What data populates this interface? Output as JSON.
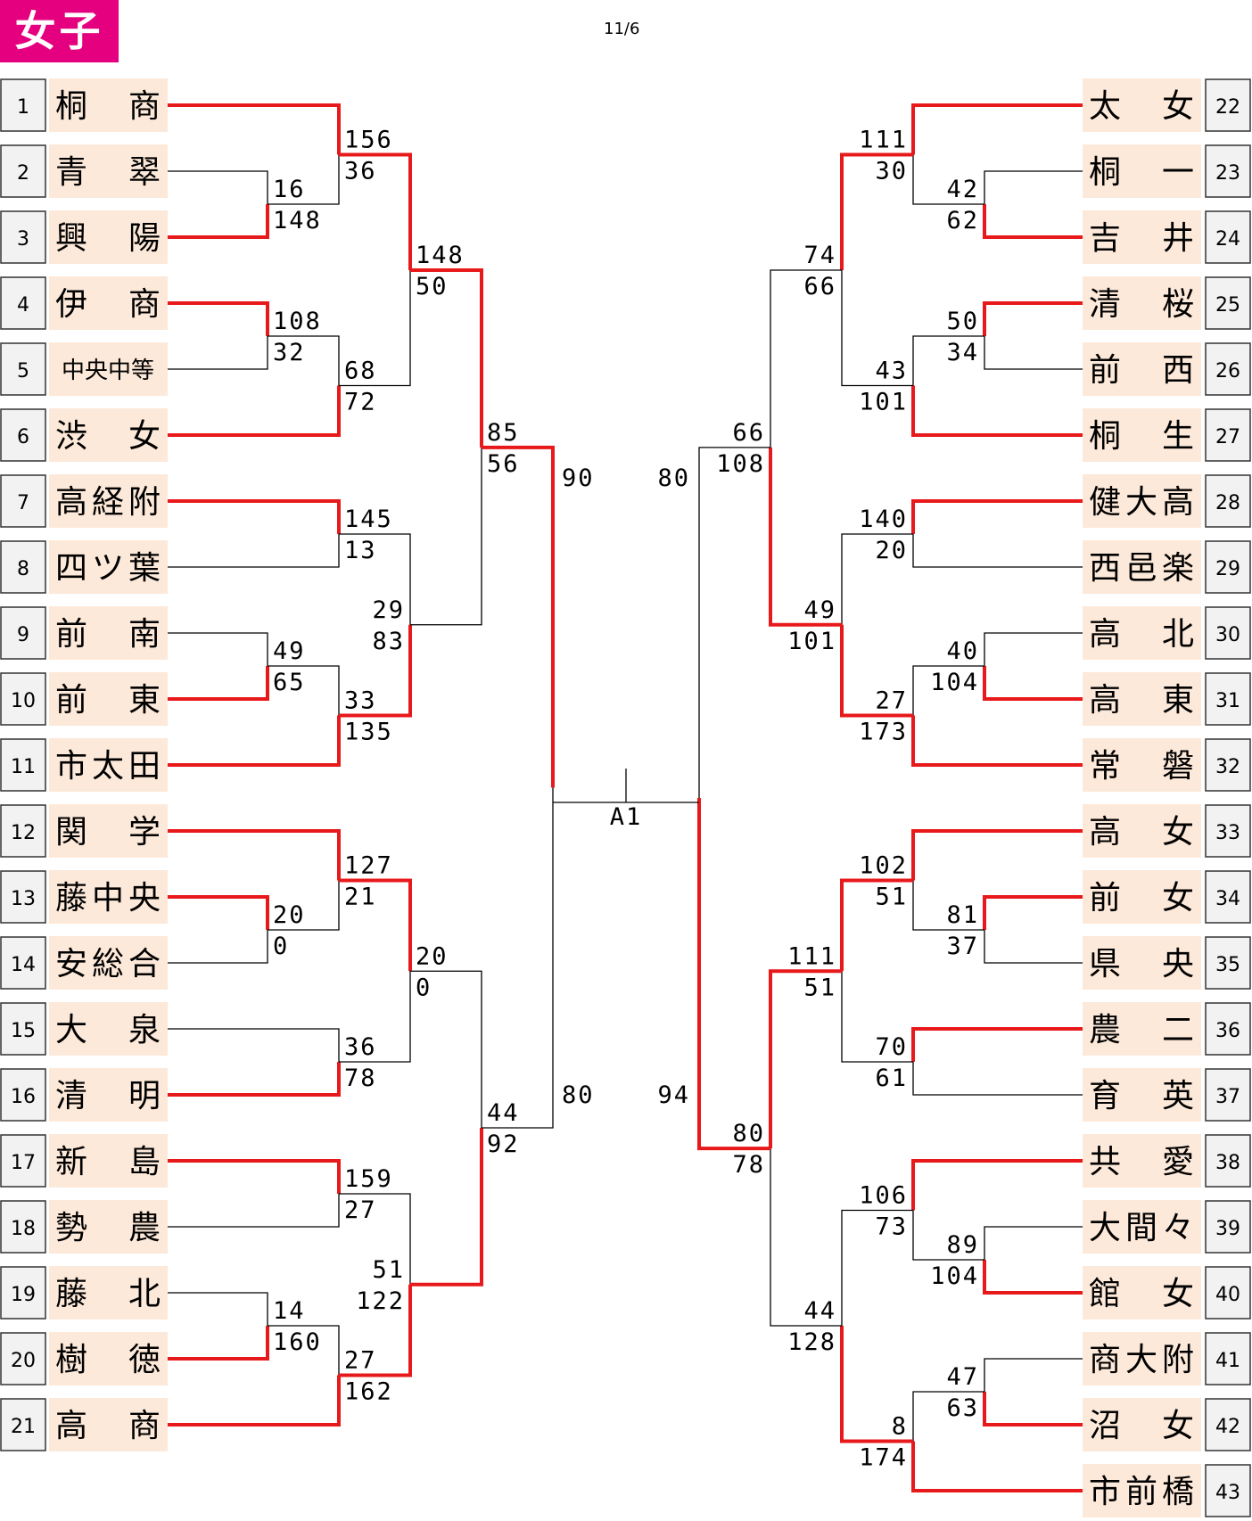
{
  "header": {
    "category": "女子",
    "date": "11/6"
  },
  "final_label": "A1",
  "colors": {
    "win": "#e8191b",
    "lose": "#000000",
    "badge": "#e4007f",
    "name_bg": "#fde9d9"
  },
  "teams": [
    {
      "seed": "1",
      "name": "桐　商"
    },
    {
      "seed": "2",
      "name": "青　翠"
    },
    {
      "seed": "3",
      "name": "興　陽"
    },
    {
      "seed": "4",
      "name": "伊　商"
    },
    {
      "seed": "5",
      "name": "中央中等"
    },
    {
      "seed": "6",
      "name": "渋　女"
    },
    {
      "seed": "7",
      "name": "高経附"
    },
    {
      "seed": "8",
      "name": "四ツ葉"
    },
    {
      "seed": "9",
      "name": "前　南"
    },
    {
      "seed": "10",
      "name": "前　東"
    },
    {
      "seed": "11",
      "name": "市太田"
    },
    {
      "seed": "12",
      "name": "関　学"
    },
    {
      "seed": "13",
      "name": "藤中央"
    },
    {
      "seed": "14",
      "name": "安総合"
    },
    {
      "seed": "15",
      "name": "大　泉"
    },
    {
      "seed": "16",
      "name": "清　明"
    },
    {
      "seed": "17",
      "name": "新　島"
    },
    {
      "seed": "18",
      "name": "勢　農"
    },
    {
      "seed": "19",
      "name": "藤　北"
    },
    {
      "seed": "20",
      "name": "樹　徳"
    },
    {
      "seed": "21",
      "name": "高　商"
    },
    {
      "seed": "22",
      "name": "太　女"
    },
    {
      "seed": "23",
      "name": "桐　一"
    },
    {
      "seed": "24",
      "name": "吉　井"
    },
    {
      "seed": "25",
      "name": "清　桜"
    },
    {
      "seed": "26",
      "name": "前　西"
    },
    {
      "seed": "27",
      "name": "桐　生"
    },
    {
      "seed": "28",
      "name": "健大高"
    },
    {
      "seed": "29",
      "name": "西邑楽"
    },
    {
      "seed": "30",
      "name": "高　北"
    },
    {
      "seed": "31",
      "name": "高　東"
    },
    {
      "seed": "32",
      "name": "常　磐"
    },
    {
      "seed": "33",
      "name": "高　女"
    },
    {
      "seed": "34",
      "name": "前　女"
    },
    {
      "seed": "35",
      "name": "県　央"
    },
    {
      "seed": "36",
      "name": "農　二"
    },
    {
      "seed": "37",
      "name": "育　英"
    },
    {
      "seed": "38",
      "name": "共　愛"
    },
    {
      "seed": "39",
      "name": "大間々"
    },
    {
      "seed": "40",
      "name": "館　女"
    },
    {
      "seed": "41",
      "name": "商大附"
    },
    {
      "seed": "42",
      "name": "沼　女"
    },
    {
      "seed": "43",
      "name": "市前橋"
    }
  ],
  "scores": [
    "16",
    "148",
    "108",
    "32",
    "156",
    "36",
    "68",
    "72",
    "148",
    "50",
    "145",
    "13",
    "49",
    "65",
    "33",
    "135",
    "29",
    "83",
    "85",
    "56",
    "20",
    "0",
    "127",
    "21",
    "36",
    "78",
    "20",
    "0",
    "159",
    "27",
    "14",
    "160",
    "27",
    "162",
    "51",
    "122",
    "44",
    "92",
    "90",
    "80",
    "42",
    "62",
    "111",
    "30",
    "50",
    "34",
    "43",
    "101",
    "74",
    "66",
    "140",
    "20",
    "40",
    "104",
    "27",
    "173",
    "49",
    "101",
    "66",
    "108",
    "81",
    "37",
    "102",
    "51",
    "70",
    "61",
    "111",
    "51",
    "89",
    "104",
    "106",
    "73",
    "47",
    "63",
    "8",
    "174",
    "44",
    "128",
    "80",
    "78",
    "80",
    "94"
  ]
}
